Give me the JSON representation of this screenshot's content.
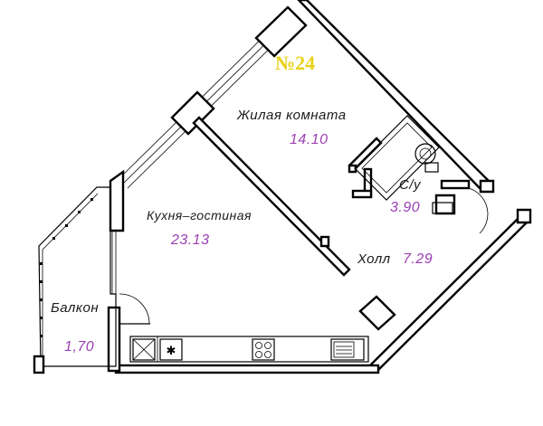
{
  "apartment": {
    "number": "№24"
  },
  "rooms": [
    {
      "name": "Жилая  комната",
      "area": "14.10"
    },
    {
      "name": "Кухня–гостиная",
      "area": "23.13"
    },
    {
      "name": "С/у",
      "area": "3.90"
    },
    {
      "name": "Холл",
      "area": "7.29"
    },
    {
      "name": "Балкон",
      "area": "1,70"
    }
  ],
  "colors": {
    "apartment_number": "#e8d21c",
    "area_text": "#9b3fb3",
    "walls": "#000000",
    "background": "#ffffff"
  },
  "icons": [
    "stove-icon",
    "sink-icon",
    "fridge-icon",
    "bathtub-icon",
    "toilet-icon",
    "washbasin-icon"
  ]
}
